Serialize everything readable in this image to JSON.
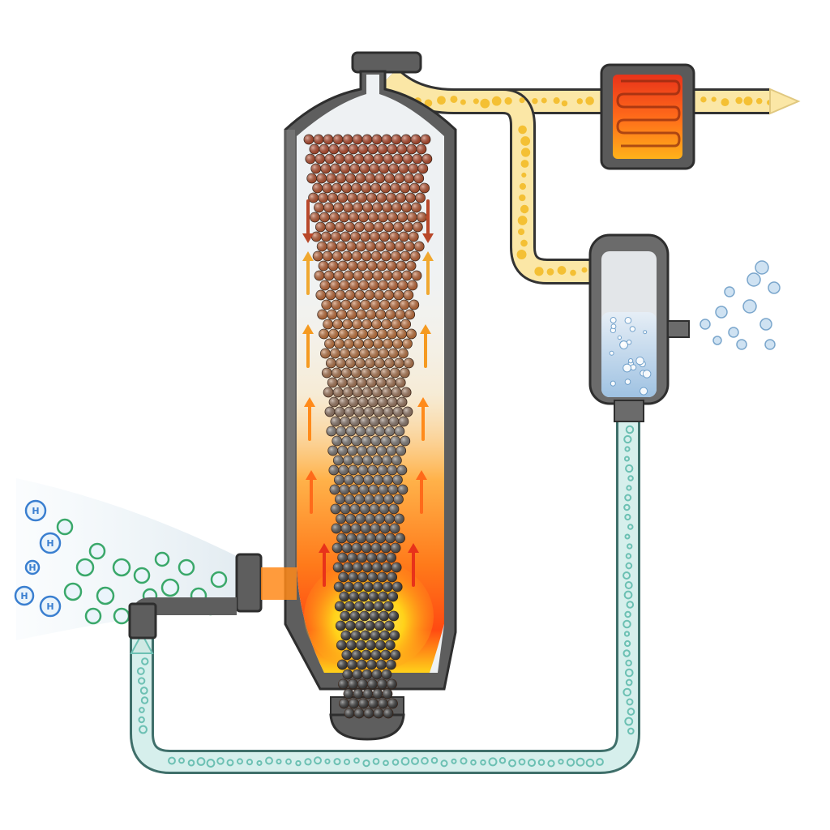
{
  "diagram": {
    "inlet_molecules": [
      {
        "symbol": "H",
        "color": "#3a7fd0"
      },
      {
        "symbol": "H",
        "color": "#3a7fd0"
      },
      {
        "symbol": "H",
        "color": "#3a7fd0"
      },
      {
        "symbol": "",
        "color": "#3aa86a"
      },
      {
        "symbol": "",
        "color": "#3aa86a"
      }
    ],
    "colors": {
      "vessel_steel": "#6b6b6b",
      "vessel_inner": "#e9ecef",
      "pellet_top": "#b8482a",
      "pellet_mid": "#c8763c",
      "pellet_bottom": "#3b3b3b",
      "flame_hot": "#ffd21a",
      "flame_mid": "#ff8a1a",
      "flame_red": "#e8321a",
      "offgas_pipe": "#fbe7a6",
      "offgas_bubbles": "#f2b820",
      "recycle_pipe": "#d6efec",
      "recycle_bubbles": "#6cc0b3",
      "heater_core": "#ff6a1a",
      "separator_water": "#b8d4ea"
    },
    "icons": {
      "vessel": "shaft-furnace-icon",
      "heater": "heat-exchanger-icon",
      "separator": "water-separator-icon",
      "outlet_arrow": "arrow-right-icon"
    }
  }
}
